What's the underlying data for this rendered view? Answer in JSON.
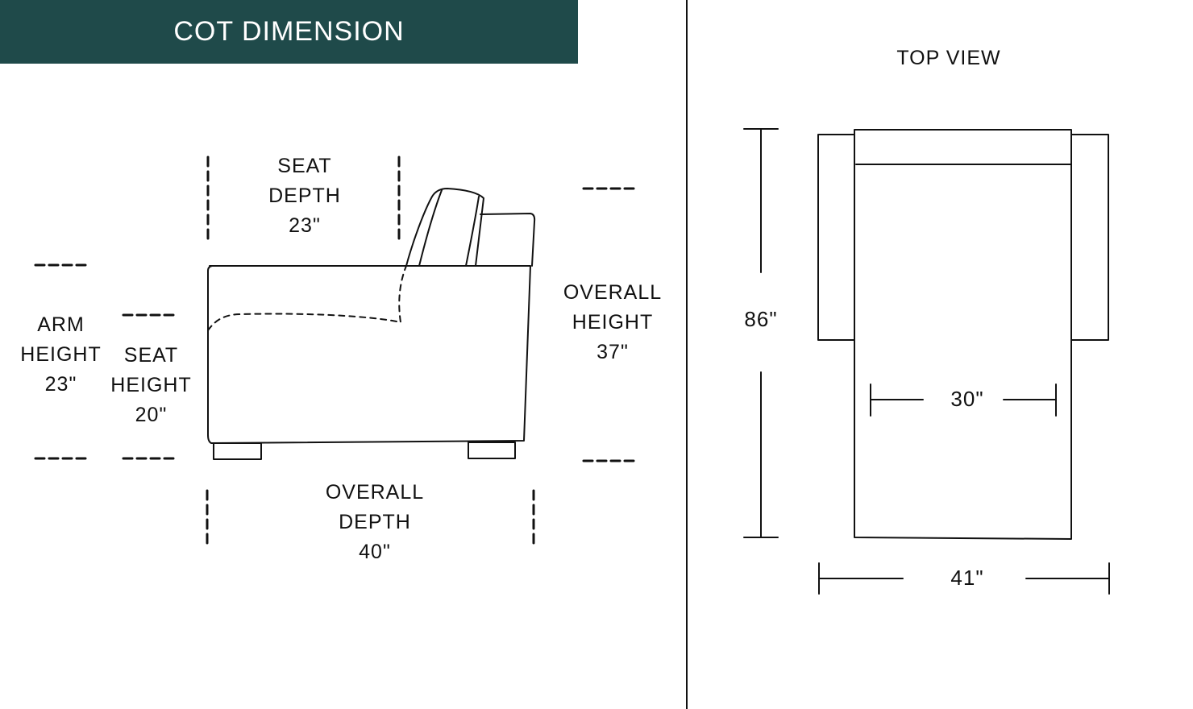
{
  "header": {
    "title": "COT DIMENSION",
    "background_color": "#1f4a4a",
    "text_color": "#ffffff"
  },
  "divider_color": "#111111",
  "side_view": {
    "arm_height": {
      "line1": "ARM",
      "line2": "HEIGHT",
      "value": "23\""
    },
    "seat_height": {
      "line1": "SEAT",
      "line2": "HEIGHT",
      "value": "20\""
    },
    "seat_depth": {
      "line1": "SEAT",
      "line2": "DEPTH",
      "value": "23\""
    },
    "overall_height": {
      "line1": "OVERALL",
      "line2": "HEIGHT",
      "value": "37\""
    },
    "overall_depth": {
      "line1": "OVERALL",
      "line2": "DEPTH",
      "value": "40\""
    }
  },
  "top_view": {
    "title": "TOP VIEW",
    "length_value": "86\"",
    "seat_width_value": "30\"",
    "overall_width_value": "41\""
  }
}
